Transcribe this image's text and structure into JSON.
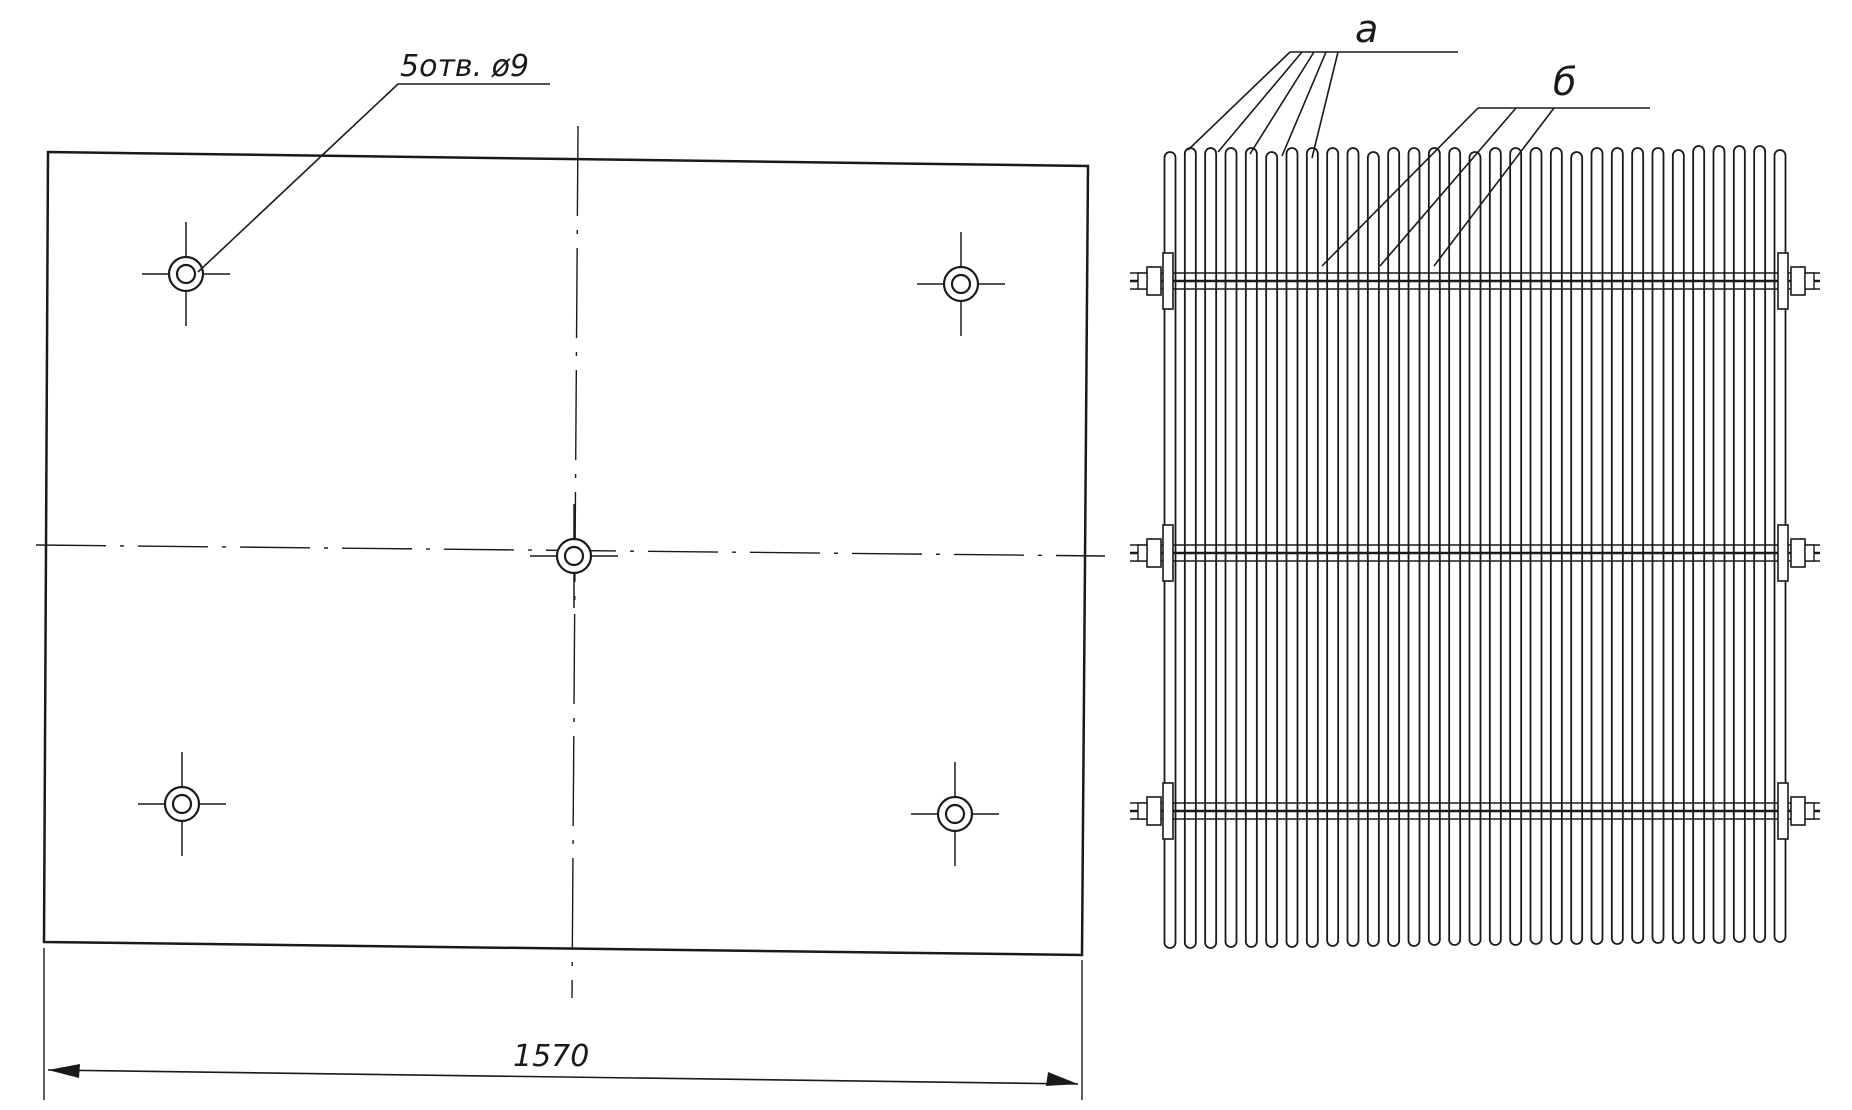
{
  "holes_callout": "5отв. ø9",
  "width_dimension": "1570",
  "label_a": "а",
  "label_b": "б",
  "ink_color": "#1a1a1a"
}
